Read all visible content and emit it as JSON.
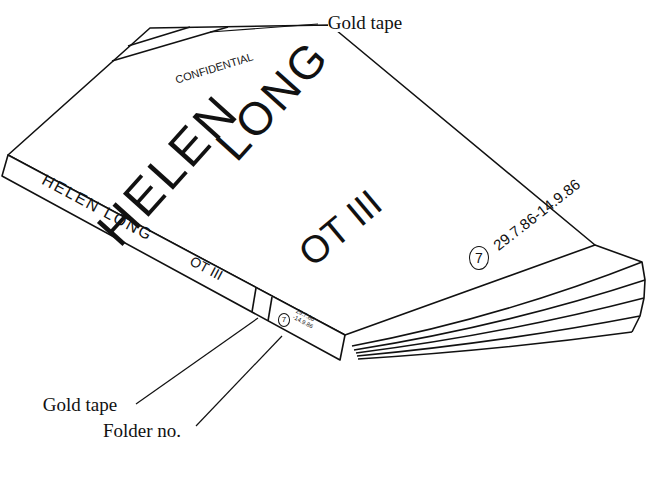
{
  "diagram": {
    "labels": [
      "Gold tape",
      "CONFIDENTIAL",
      "HELEN",
      "LONG",
      "OT III",
      "7",
      "29.7.86-14.9.86",
      "HELEN LONG",
      "OT III",
      "7",
      "29.7.86 -14.9.86",
      "Gold tape",
      "Folder no."
    ]
  }
}
